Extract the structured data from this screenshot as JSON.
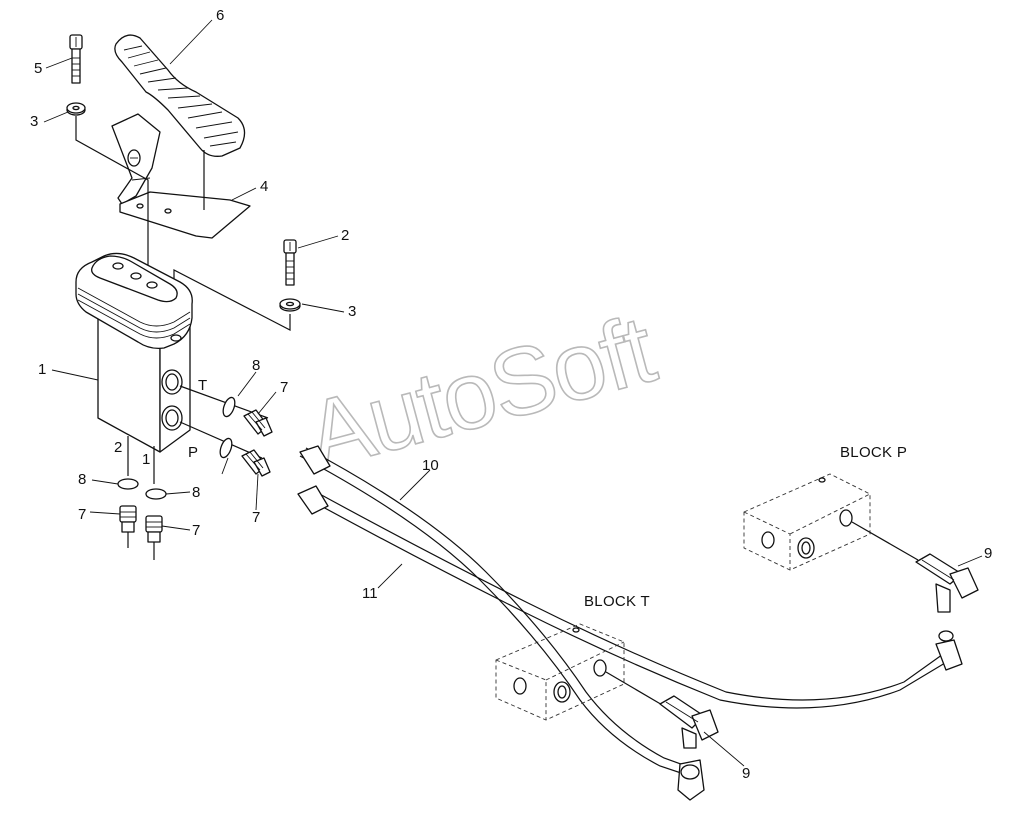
{
  "watermark": "AutoSoft",
  "block_labels": {
    "block_p": "BLOCK P",
    "block_t": "BLOCK T"
  },
  "port_labels": {
    "t": "T",
    "p": "P",
    "port_2": "2",
    "port_1": "1"
  },
  "callouts": {
    "c1": "1",
    "c2": "2",
    "c3a": "3",
    "c3b": "3",
    "c4": "4",
    "c5": "5",
    "c6": "6",
    "c7a": "7",
    "c7b": "7",
    "c7c": "7",
    "c7d": "7",
    "c8a": "8",
    "c8b": "8",
    "c8c": "8",
    "c9a": "9",
    "c9b": "9",
    "c10": "10",
    "c11": "11"
  }
}
